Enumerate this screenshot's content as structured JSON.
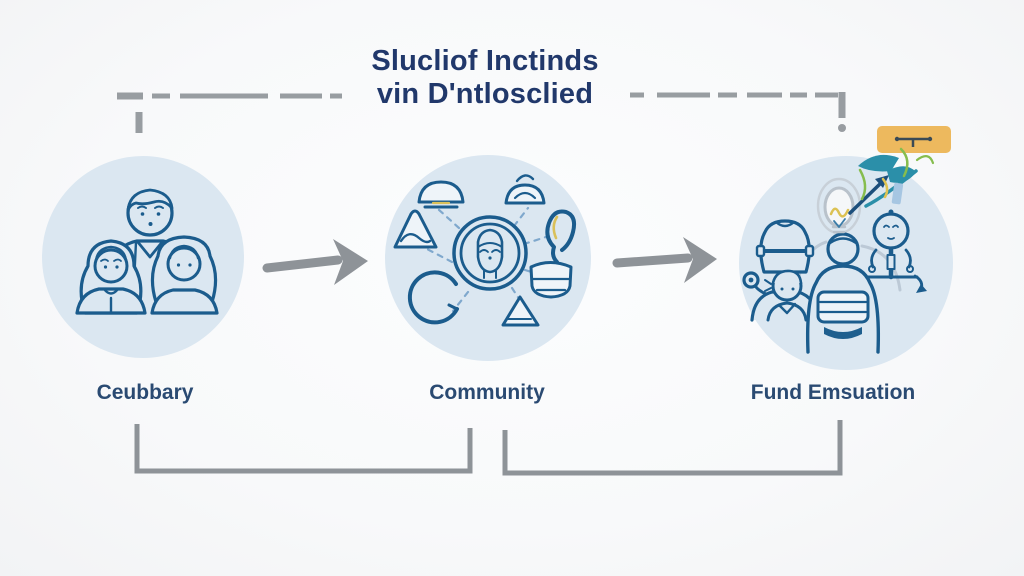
{
  "title": {
    "line1": "Slucliof Inctinds",
    "line2": "vin D'ntlosclied"
  },
  "nodes": [
    {
      "id": "beneficiary",
      "label": "Ceubbary",
      "icon": "family-group-icon"
    },
    {
      "id": "community",
      "label": "Community",
      "icon": "community-network-icon"
    },
    {
      "id": "fund-evaluation",
      "label": "Fund Emsuation",
      "icon": "consultation-idea-icon"
    }
  ],
  "connectors": {
    "flow_arrow_icon": "arrow-right-icon",
    "top_connector": "dashed-elbow-line",
    "bottom_connectors": [
      "bracket-beneficiary-to-community",
      "bracket-community-to-fund"
    ]
  },
  "callout": {
    "icon": "highlight-tag-icon",
    "shape": "orange-rounded-rectangle"
  },
  "colors": {
    "background": "#f8f9fa",
    "circle_fill": "#dbe7f1",
    "line_art": "#1b5c8d",
    "text_navy": "#21386b",
    "connector_gray": "#8e9398",
    "highlight_orange": "#edb95e",
    "accent_teal": "#2b8fa9",
    "accent_green": "#86bd4e",
    "accent_yellow": "#e0c452"
  }
}
